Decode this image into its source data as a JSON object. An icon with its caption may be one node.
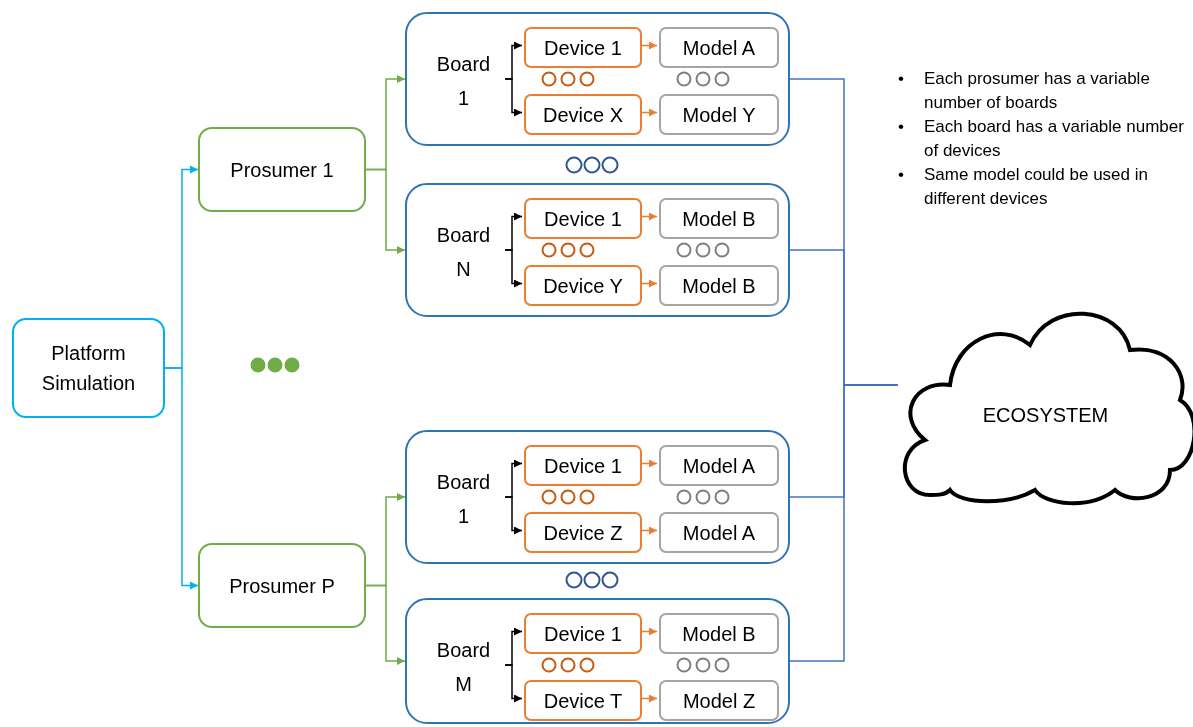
{
  "diagram": {
    "nodes": [
      {
        "text": [
          "Platform Simulation"
        ]
      },
      {
        "text": [
          "Prosumer 1"
        ]
      },
      {
        "text": [
          "Prosumer P"
        ]
      },
      {
        "text": [],
        "shape": "box"
      },
      {
        "text": [
          "Board 1"
        ],
        "in": 3
      },
      {
        "text": [
          "Device 1"
        ],
        "in": 3
      },
      {
        "text": [
          "Model A"
        ],
        "in": 3
      },
      {
        "text": [
          "Device X"
        ],
        "in": 3
      },
      {
        "text": [
          "Model Y"
        ],
        "in": 3
      },
      {
        "text": [],
        "shape": "box"
      },
      {
        "text": [
          "Board N"
        ],
        "in": 9
      },
      {
        "text": [
          "Device 1"
        ],
        "in": 9
      },
      {
        "text": [
          "Model B"
        ],
        "in": 9
      },
      {
        "text": [
          "Device Y"
        ],
        "in": 9
      },
      {
        "text": [
          "Model B"
        ],
        "in": 9
      },
      {
        "text": [],
        "shape": "box"
      },
      {
        "text": [
          "Board 1"
        ],
        "in": 15
      },
      {
        "text": [
          "Device 1"
        ],
        "in": 15
      },
      {
        "text": [
          "Model A"
        ],
        "in": 15
      },
      {
        "text": [
          "Device Z"
        ],
        "in": 15
      },
      {
        "text": [
          "Model A"
        ],
        "in": 15
      },
      {
        "text": [],
        "shape": "box"
      },
      {
        "text": [
          "Board M"
        ],
        "in": 21
      },
      {
        "text": [
          "Device 1"
        ],
        "in": 21
      },
      {
        "text": [
          "Model B"
        ],
        "in": 21
      },
      {
        "text": [
          "Device T"
        ],
        "in": 21
      },
      {
        "text": [
          "Model Z"
        ],
        "in": 21
      },
      {
        "text": [
          "ECOSYSTEM"
        ]
      }
    ],
    "edges": [
      {
        "from": 0,
        "to": 1,
        "arrow": "to",
        "color": "#00b0f0"
      },
      {
        "from": 0,
        "to": 2,
        "arrow": "to",
        "color": "#00b0f0"
      },
      {
        "from": 1,
        "to": 3,
        "arrow": "to",
        "color": "#70ad47"
      },
      {
        "from": 1,
        "to": 9,
        "arrow": "to",
        "color": "#70ad47"
      },
      {
        "from": 2,
        "to": 15,
        "arrow": "to",
        "color": "#70ad47"
      },
      {
        "from": 2,
        "to": 21,
        "arrow": "to",
        "color": "#70ad47"
      },
      {
        "from": 4,
        "to": 5,
        "arrow": "to"
      },
      {
        "from": 4,
        "to": 7,
        "arrow": "to"
      },
      {
        "from": 10,
        "to": 11,
        "arrow": "to"
      },
      {
        "from": 10,
        "to": 13,
        "arrow": "to"
      },
      {
        "from": 16,
        "to": 17,
        "arrow": "to"
      },
      {
        "from": 16,
        "to": 19,
        "arrow": "to"
      },
      {
        "from": 22,
        "to": 23,
        "arrow": "to"
      },
      {
        "from": 22,
        "to": 25,
        "arrow": "to"
      },
      {
        "from": 5,
        "to": 6,
        "arrow": "to",
        "color": "#ed7d31"
      },
      {
        "from": 7,
        "to": 8,
        "arrow": "to",
        "color": "#ed7d31"
      },
      {
        "from": 11,
        "to": 12,
        "arrow": "to",
        "color": "#ed7d31"
      },
      {
        "from": 13,
        "to": 14,
        "arrow": "to",
        "color": "#ed7d31"
      },
      {
        "from": 17,
        "to": 18,
        "arrow": "to",
        "color": "#ed7d31"
      },
      {
        "from": 19,
        "to": 20,
        "arrow": "to",
        "color": "#ed7d31"
      },
      {
        "from": 23,
        "to": 24,
        "arrow": "to",
        "color": "#ed7d31"
      },
      {
        "from": 25,
        "to": 26,
        "arrow": "to",
        "color": "#ed7d31"
      },
      {
        "from": 3,
        "to": 27,
        "arrow": "none",
        "color": "#4472c4"
      },
      {
        "from": 9,
        "to": 27,
        "arrow": "none",
        "color": "#4472c4"
      },
      {
        "from": 15,
        "to": 27,
        "arrow": "none",
        "color": "#4472c4"
      },
      {
        "from": 21,
        "to": 27,
        "arrow": "none",
        "color": "#4472c4"
      }
    ],
    "labels": [
      "•",
      "Each prosumer has a variable number of boards",
      "•",
      "Each board has a variable number of devices",
      "•",
      "Same model could be used in different devices"
    ]
  }
}
